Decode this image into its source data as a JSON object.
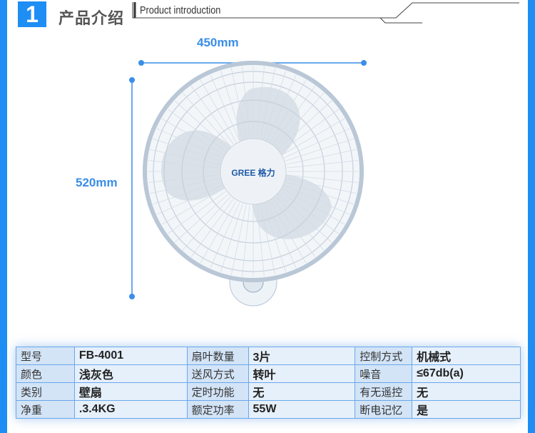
{
  "header": {
    "number": "1",
    "title_zh": "产品介绍",
    "title_en": "Product introduction"
  },
  "dimensions": {
    "width": "450mm",
    "height": "520mm"
  },
  "product": {
    "brand_logo": "GREE 格力"
  },
  "specs": [
    [
      {
        "k": "型号",
        "v": "FB-4001"
      },
      {
        "k": "扇叶数量",
        "v": "3片"
      },
      {
        "k": "控制方式",
        "v": "机械式"
      }
    ],
    [
      {
        "k": "颜色",
        "v": "浅灰色"
      },
      {
        "k": "送风方式",
        "v": "转叶"
      },
      {
        "k": "噪音",
        "v": "≤67db(a)"
      }
    ],
    [
      {
        "k": "类别",
        "v": "壁扇"
      },
      {
        "k": "定时功能",
        "v": "无"
      },
      {
        "k": "有无遥控",
        "v": "无"
      }
    ],
    [
      {
        "k": "净重",
        "v": ".3.4KG"
      },
      {
        "k": "额定功率",
        "v": "55W"
      },
      {
        "k": "断电记忆",
        "v": "是"
      }
    ]
  ],
  "colors": {
    "accent": "#1e8ef5",
    "dimension": "#3a8ee8"
  }
}
